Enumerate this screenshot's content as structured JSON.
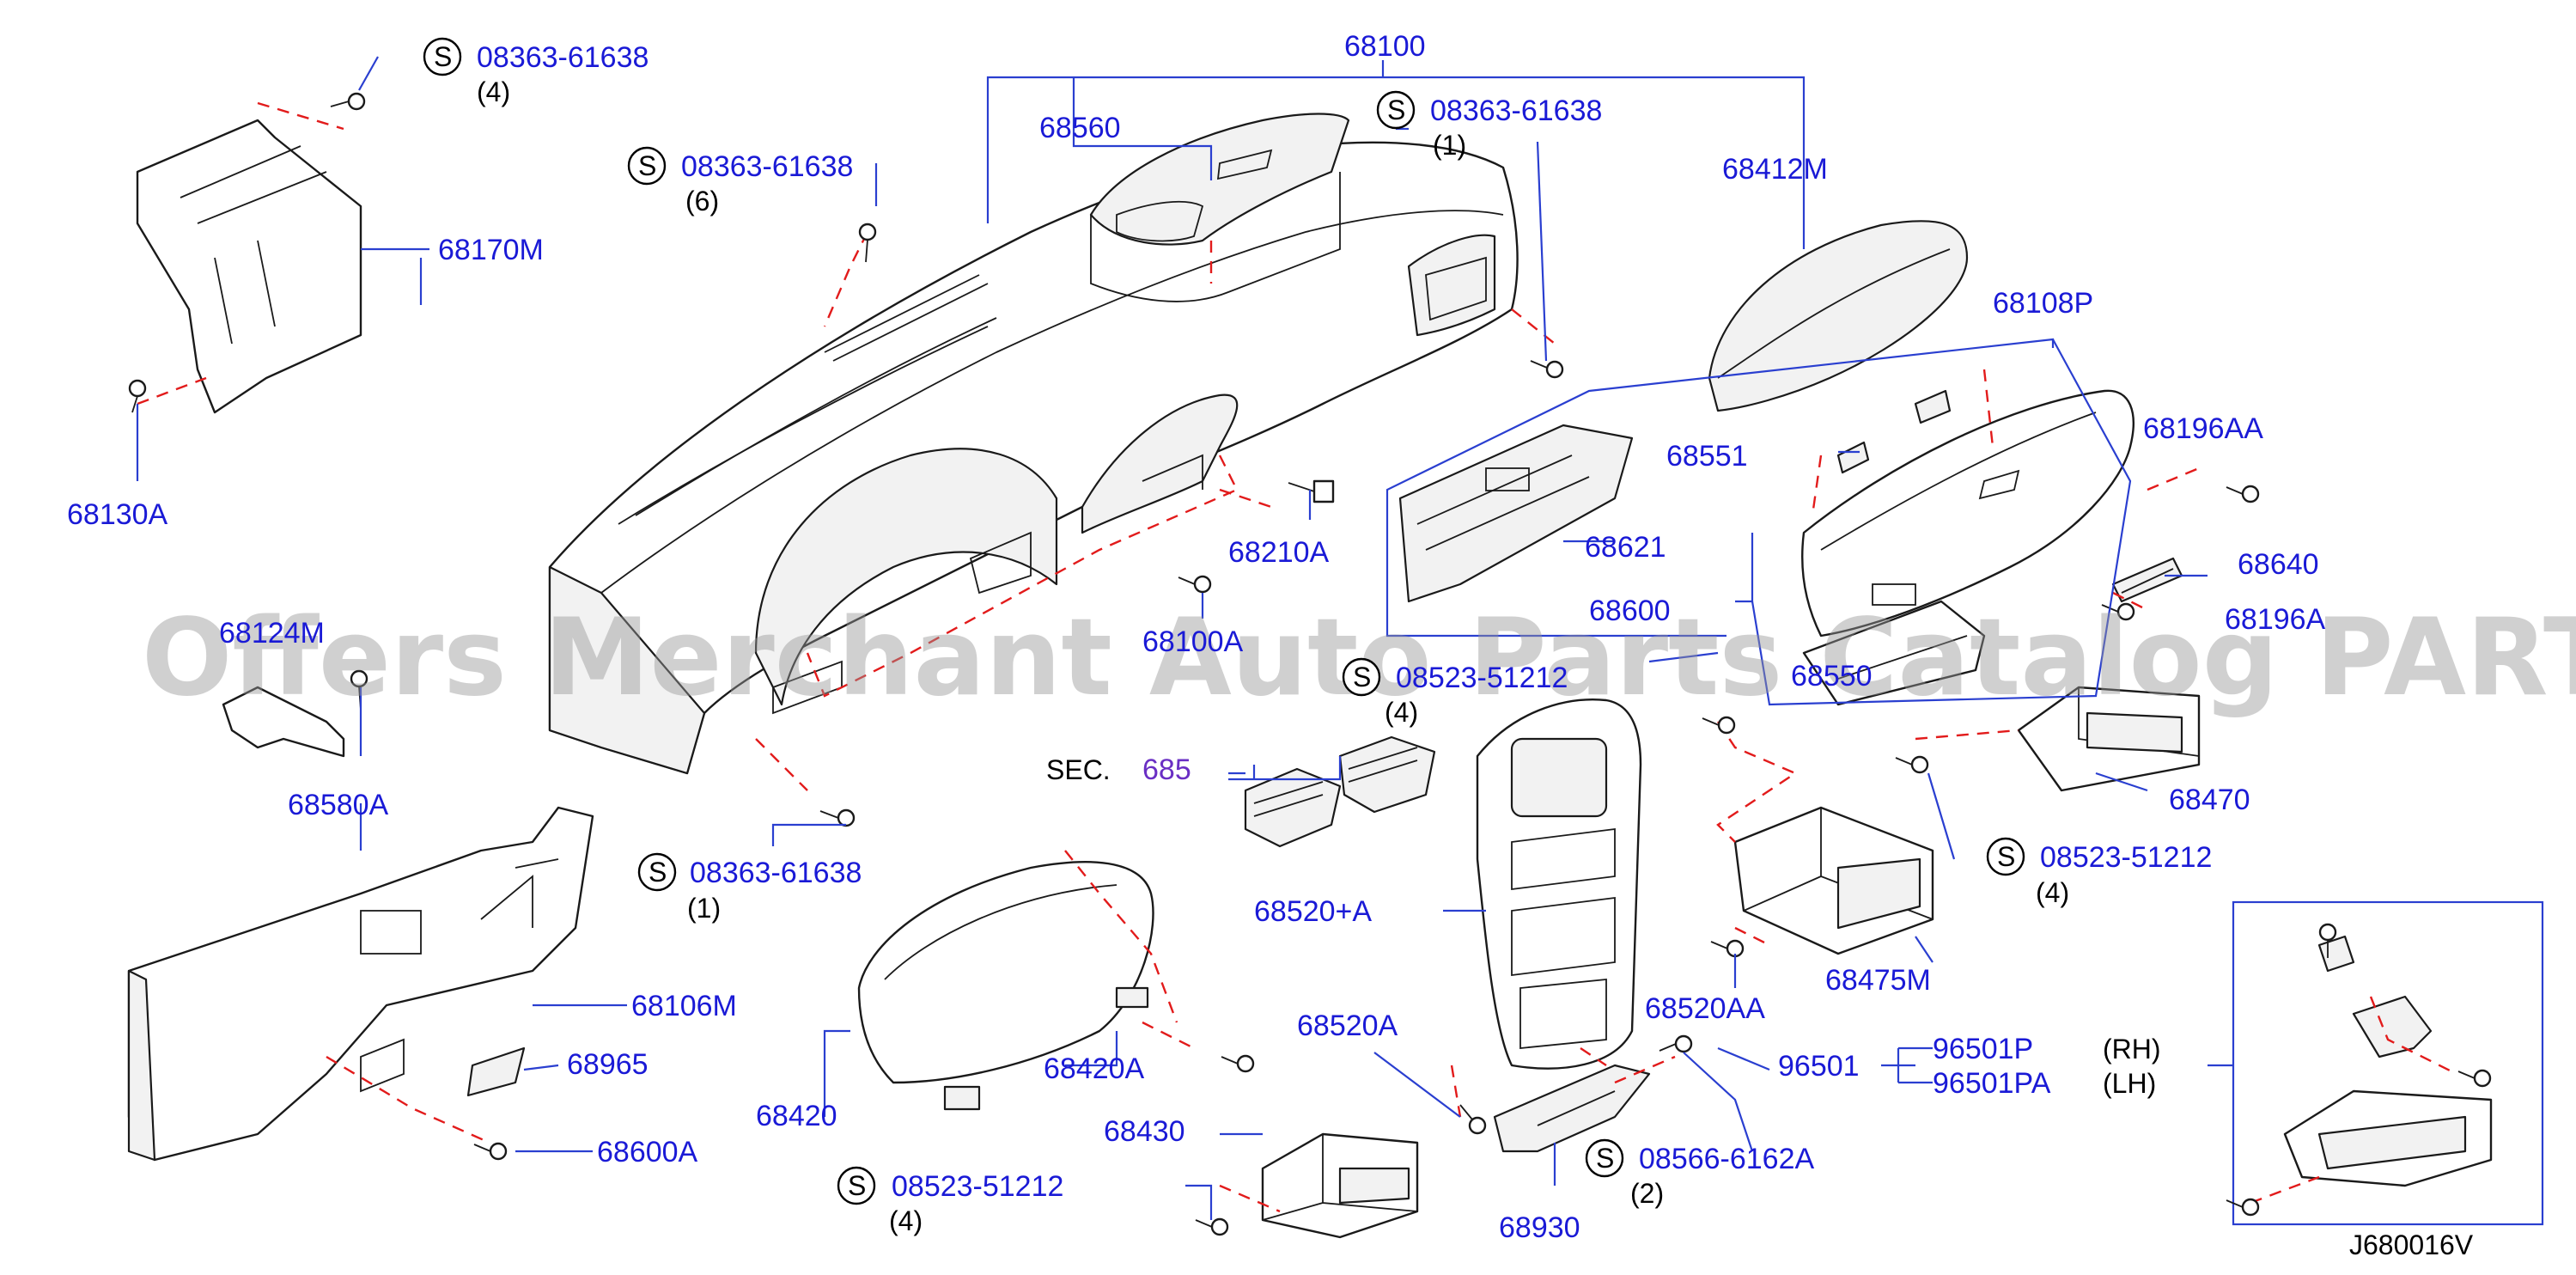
{
  "watermark": "Offers Merchant Auto Parts Catalog PARTSTORE.SA",
  "diagram_code": "J680016V",
  "colors": {
    "part_number": "#1a1ad6",
    "reference": "#6a2fc4",
    "assembly_line": "#e21b1b",
    "text": "#000000"
  },
  "labels": {
    "p68100": "68100",
    "p68560": "68560",
    "p68412M": "68412M",
    "p68170M": "68170M",
    "p68130A": "68130A",
    "p68108P": "68108P",
    "p68196AA": "68196AA",
    "p68551": "68551",
    "p68621": "68621",
    "p68600": "68600",
    "p68640": "68640",
    "p68196A": "68196A",
    "p68210A": "68210A",
    "p68100A": "68100A",
    "p68124M": "68124M",
    "p68580A": "68580A",
    "p68550": "68550",
    "p68470": "68470",
    "p68475M": "68475M",
    "p68520A_plus": "68520+A",
    "p68520AA": "68520AA",
    "p68520A": "68520A",
    "p68106M": "68106M",
    "p68965": "68965",
    "p68600A": "68600A",
    "p68420": "68420",
    "p68420A": "68420A",
    "p68430": "68430",
    "p68930": "68930",
    "p96501": "96501",
    "p96501P": "96501P",
    "p96501PA": "96501PA"
  },
  "screws": [
    {
      "symbol": "S",
      "number": "08363-61638",
      "qty": "(4)"
    },
    {
      "symbol": "S",
      "number": "08363-61638",
      "qty": "(6)"
    },
    {
      "symbol": "S",
      "number": "08363-61638",
      "qty": "(1)"
    },
    {
      "symbol": "S",
      "number": "08523-51212",
      "qty": "(4)"
    },
    {
      "symbol": "S",
      "number": "08363-61638",
      "qty": "(1)"
    },
    {
      "symbol": "S",
      "number": "08523-51212",
      "qty": "(4)"
    },
    {
      "symbol": "S",
      "number": "08523-51212",
      "qty": "(4)"
    },
    {
      "symbol": "S",
      "number": "08566-6162A",
      "qty": "(2)"
    }
  ],
  "section_ref": {
    "prefix": "SEC.",
    "number": "685"
  },
  "side_labels": {
    "rh": "(RH)",
    "lh": "(LH)"
  }
}
